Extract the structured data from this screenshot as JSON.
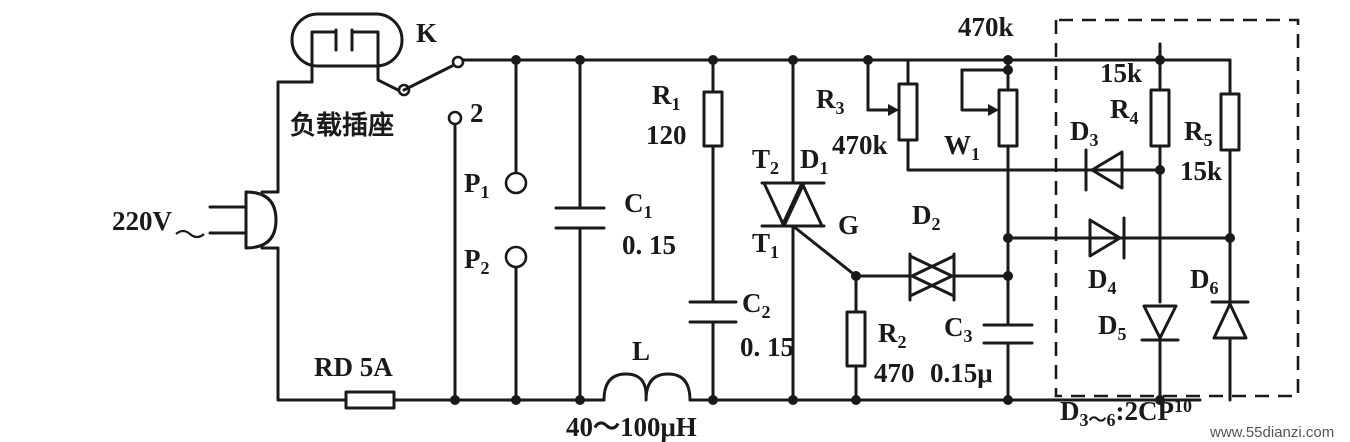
{
  "labels": {
    "supply": "220V",
    "switch": "K",
    "socket": "负载插座",
    "pos2": "2",
    "p1": "P",
    "p1_sub": "1",
    "p2": "P",
    "p2_sub": "2",
    "fuse": "RD 5A",
    "c1": "C",
    "c1_sub": "1",
    "c1_val": "0. 15",
    "r1": "R",
    "r1_sub": "1",
    "r1_val": "120",
    "c2": "C",
    "c2_sub": "2",
    "c2_val": "0. 15",
    "inductor": "L",
    "inductor_val": "40～100μH",
    "t2": "T",
    "t2_sub": "2",
    "t1": "T",
    "t1_sub": "1",
    "d1": "D",
    "d1_sub": "1",
    "gate": "G",
    "r3": "R",
    "r3_sub": "3",
    "r3_val": "470k",
    "w1_val": "470k",
    "w1": "W",
    "w1_sub": "1",
    "d2": "D",
    "d2_sub": "2",
    "r2": "R",
    "r2_sub": "2",
    "r2_val": "470",
    "c3": "C",
    "c3_sub": "3",
    "c3_val": "0.15μ",
    "r4_val": "15k",
    "r4": "R",
    "r4_sub": "4",
    "r5": "R",
    "r5_sub": "5",
    "r5_val": "15k",
    "d3": "D",
    "d3_sub": "3",
    "d4": "D",
    "d4_sub": "4",
    "d5": "D",
    "d5_sub": "5",
    "d6": "D",
    "d6_sub": "6",
    "diode_type": "D",
    "diode_type_sub": "3～6",
    "diode_type_part": ":2CP",
    "diode_type_num": "10",
    "watermark": "www.55dianzi.com"
  }
}
